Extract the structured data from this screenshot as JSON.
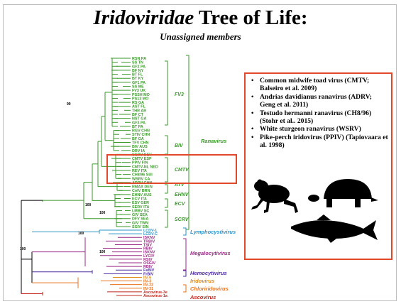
{
  "title": {
    "italic": "Iridoviridae",
    "rest": " Tree of Life:"
  },
  "subtitle": "Unassigned members",
  "colors": {
    "ranavirus": "#3a9a2a",
    "lymphocystivirus": "#2a93c9",
    "megalocytivirus": "#9a2a86",
    "hemocytivirus": "#4b2aa0",
    "iridovirus": "#e08a1a",
    "chloriridovirus": "#e8701a",
    "ascovirus": "#c0281e",
    "highlight": "#e2492b",
    "black": "#000000"
  },
  "tree": {
    "ranavirus_leaves": [
      "RSN PA",
      "SS TN",
      "GF2 PA",
      "BF NY",
      "BT FL",
      "BT KY",
      "GF1 PA",
      "SS ME",
      "FV3 UK",
      "PSSH MO",
      "PS13 MO",
      "RS GA",
      "AST FL",
      "THR AR",
      "BF CT",
      "NST GA",
      "GF3 PA",
      "BT PA",
      "RGV CHN",
      "STIV CHN",
      "BF GA",
      "TFV CHN",
      "BIV AUS",
      "DRV IA",
      "SGRV DEV",
      "CMTV ESP",
      "PPIV FIN",
      "CMTV-NL NED",
      "REV ITA",
      "CH8/96 SUI",
      "WSRV CA",
      "ADRV CHN",
      "RMAX DEN",
      "CoIV BRN",
      "EHNV AUS",
      "ECV ITA",
      "ESV GER",
      "SERV ITA",
      "LMBV SC",
      "GIV SEA",
      "DFV SEA",
      "GIV TWN",
      "SGIV SIN"
    ],
    "other_leaves": [
      "LCDV-1",
      "LCDV-C",
      "ISKNV",
      "TRBIV",
      "TSIV",
      "RBIV",
      "ISKNV",
      "LYCIV",
      "RSIV",
      "OSGIV",
      "RBIV",
      "FsBIV",
      "FrBIV",
      "IIV-6",
      "IIV-3",
      "IIV-22",
      "IIV-31",
      "Ascovirus-3e",
      "Ascovirus-1a"
    ],
    "node_labels": [
      "99",
      "100",
      "100",
      "100",
      "100",
      "100"
    ],
    "clades": {
      "fv3": "FV3",
      "biv": "BIV",
      "cmtv": "CMTV",
      "atv": "ATV",
      "ehnv": "EHNV",
      "ecv": "ECV",
      "scrv": "SCRV",
      "ranavirus": "Ranavirus",
      "lymphocystivirus": "Lymphocystivirus",
      "megalocytivirus": "Megalocytivirus",
      "hemocytivirus": "Hemocytivirus",
      "iridovirus": "Iridovirus",
      "chloriridovirus": "Chloriridovirus",
      "ascovirus": "Ascovirus"
    }
  },
  "panel": {
    "bullet": "•",
    "items": [
      "Common midwife toad virus (CMTV; Balseiro et al. 2009)",
      " Andrias davidianus ranavirus (ADRV; Geng et al. 2011)",
      "Testudo hermanni ranavirus (CH8/96) (Stohr et al.. 2015)",
      "White sturgeon ranavirus (WSRV)",
      "Pike-perch iridovirus (PPIV) (Tapiovaara et al. 1998)"
    ],
    "silhouettes": [
      "frog-icon",
      "turtle-icon",
      "fish-icon"
    ]
  }
}
